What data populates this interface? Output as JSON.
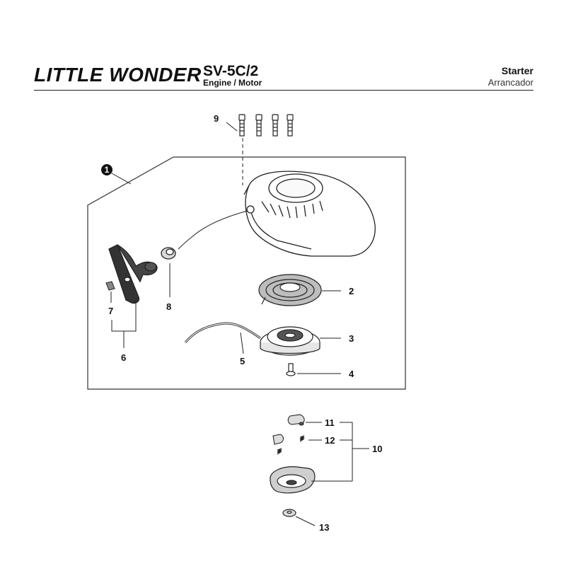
{
  "header": {
    "brand": "LITTLE WONDER",
    "model": "SV-5C/2",
    "subtitle": "Engine / Motor",
    "section": "Starter",
    "section_es": "Arrancador"
  },
  "callouts": {
    "c1": "1",
    "c2": "2",
    "c3": "3",
    "c4": "4",
    "c5": "5",
    "c6": "6",
    "c7": "7",
    "c8": "8",
    "c9": "9",
    "c10": "10",
    "c11": "11",
    "c12": "12",
    "c13": "13"
  }
}
